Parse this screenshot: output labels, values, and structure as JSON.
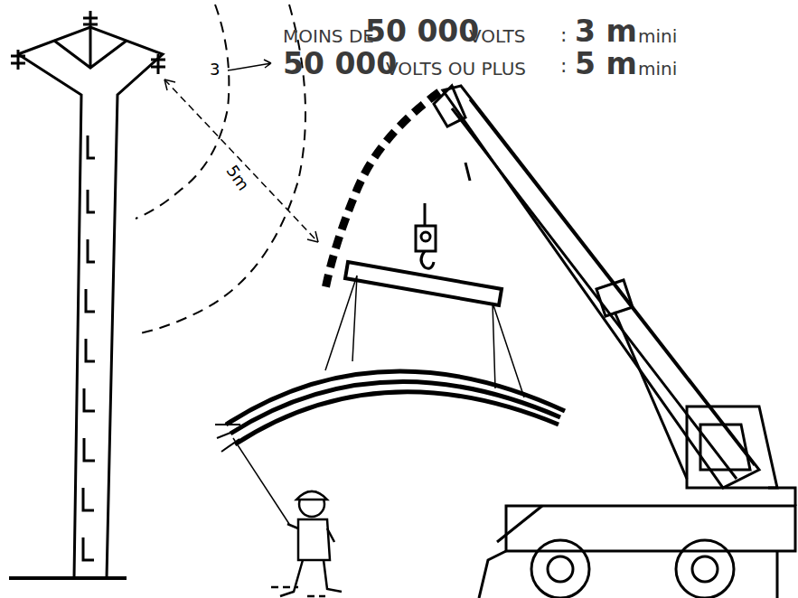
{
  "diagram": {
    "labels": [
      "MOINS DE",
      "50 000",
      "VOLTS",
      ":",
      "3 m",
      "mini",
      "50 000",
      "VOLTS OU PLUS",
      ":",
      "5 m",
      "mini",
      "3",
      "5m"
    ]
  }
}
